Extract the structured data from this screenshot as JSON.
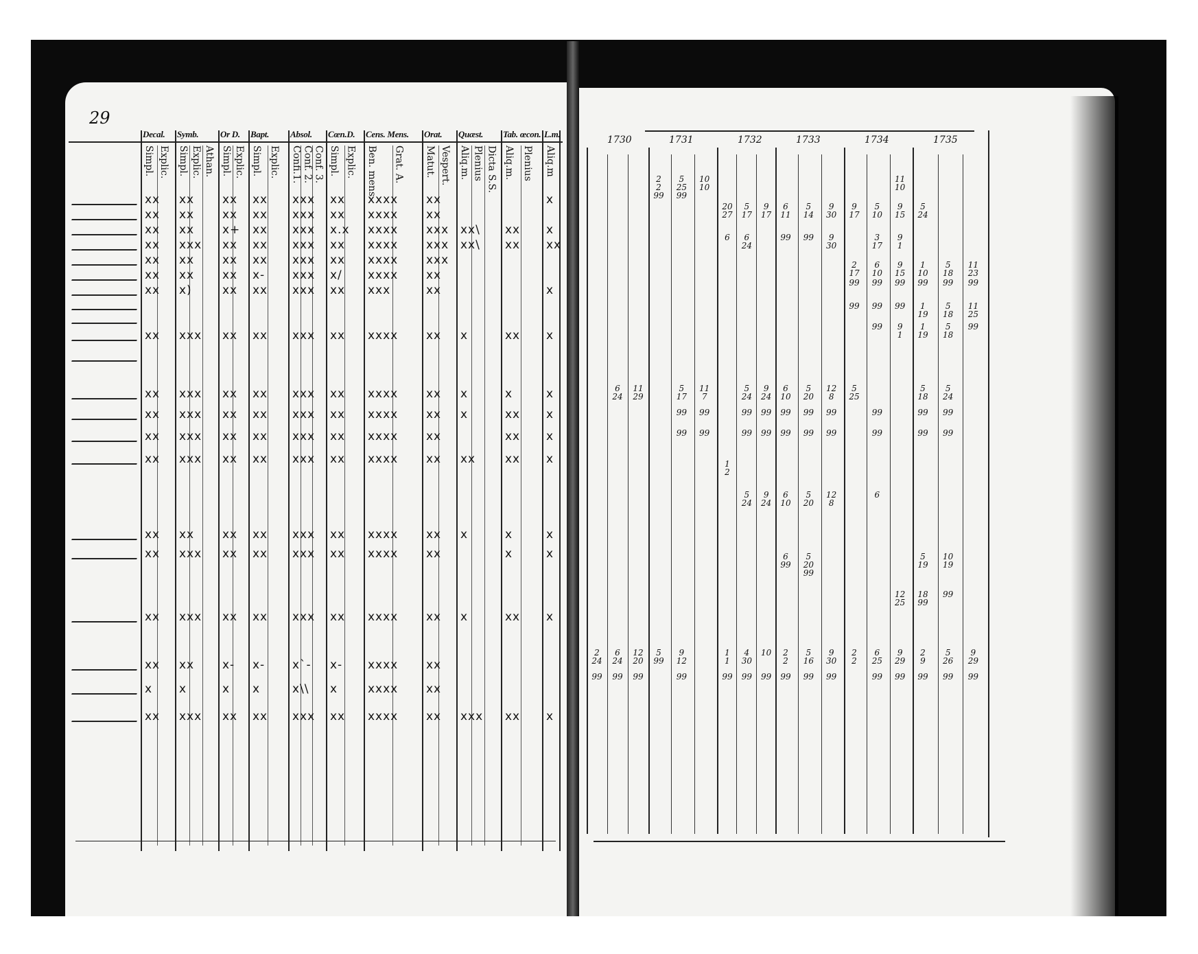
{
  "document": {
    "page_number": "29",
    "left_page": {
      "column_groups": [
        {
          "label": "Decal.",
          "subheaders": [
            "Simpl.",
            "Explic."
          ]
        },
        {
          "label": "Symb.",
          "subheaders": [
            "Simpl.",
            "Explic.",
            "Athan."
          ]
        },
        {
          "label": "Or D.",
          "subheaders": [
            "Simpl.",
            "Explic."
          ]
        },
        {
          "label": "Bapt.",
          "subheaders": [
            "Simpl.",
            "Explic."
          ]
        },
        {
          "label": "Absol.",
          "subheaders": [
            "Confi.1.",
            "Conf. 2.",
            "Conf. 3."
          ]
        },
        {
          "label": "Cœn.D.",
          "subheaders": [
            "Simpl.",
            "Explic."
          ]
        },
        {
          "label": "Cens. Mens.",
          "subheaders": [
            "Ben. mens.",
            "Grat. A."
          ]
        },
        {
          "label": "Orat.",
          "subheaders": [
            "Matut.",
            "Vespert."
          ]
        },
        {
          "label": "Quæst.",
          "subheaders": [
            "Aliq.m.",
            "Plenius",
            "Dicta S.S."
          ]
        },
        {
          "label": "Tab. œcon.",
          "subheaders": [
            "Aliq.m.",
            "Plenius"
          ]
        },
        {
          "label": "L.m.",
          "subheaders": [
            "Aliq.m"
          ]
        }
      ],
      "rows": [
        [
          "xx",
          "xx",
          "xx",
          "xx",
          "xxx",
          "xx",
          "xxxx",
          "xx",
          "",
          "",
          "x"
        ],
        [
          "xx",
          "xx",
          "xx",
          "xx",
          "xxx",
          "xx",
          "xxxx",
          "xx",
          "",
          "",
          ""
        ],
        [
          "xx",
          "xx",
          "x+",
          "xx",
          "xxx",
          "x.x",
          "xxxx",
          "xxx",
          "xx\\",
          "xx",
          "x"
        ],
        [
          "xx",
          "xxx",
          "xx",
          "xx",
          "xxx",
          "xx",
          "xxxx",
          "xxx",
          "xx\\",
          "xx",
          "xx"
        ],
        [
          "xx",
          "xx",
          "xx",
          "xx",
          "xxx",
          "xx",
          "xxxx",
          "xxx",
          "",
          "",
          ""
        ],
        [
          "xx",
          "xx",
          "xx",
          "x-",
          "xxx",
          "x/",
          "xxxx",
          "xx",
          "",
          "",
          ""
        ],
        [
          "xx",
          "x)",
          "xx",
          "xx",
          "xxx",
          "xx",
          "xxx",
          "xx",
          "",
          "",
          "x"
        ],
        [
          "",
          "",
          "",
          "",
          "",
          "",
          "",
          "",
          "",
          "",
          ""
        ],
        [
          "",
          "",
          "",
          "",
          "",
          "",
          "",
          "",
          "",
          "",
          ""
        ],
        [
          "xx",
          "xxx",
          "xx",
          "xx",
          "xxx",
          "xx",
          "xxxx",
          "xx",
          "x",
          "xx",
          "x"
        ],
        [
          "",
          "",
          "",
          "",
          "",
          "",
          "",
          "",
          "",
          "",
          ""
        ],
        [
          "xx",
          "xxx",
          "xx",
          "xx",
          "xxx",
          "xx",
          "xxxx",
          "xx",
          "x",
          "x",
          "x"
        ],
        [
          "xx",
          "xxx",
          "xx",
          "xx",
          "xxx",
          "xx",
          "xxxx",
          "xx",
          "x",
          "xx",
          "x"
        ],
        [
          "xx",
          "xxx",
          "xx",
          "xx",
          "xxx",
          "xx",
          "xxxx",
          "xx",
          "",
          "xx",
          "x"
        ],
        [
          "xx",
          "xxx",
          "xx",
          "xx",
          "xxx",
          "xx",
          "xxxx",
          "xx",
          "xx",
          "xx",
          "x"
        ],
        [
          "xx",
          "xx",
          "xx",
          "xx",
          "xxx",
          "xx",
          "xxxx",
          "xx",
          "x",
          "x",
          "x"
        ],
        [
          "xx",
          "xxx",
          "xx",
          "xx",
          "xxx",
          "xx",
          "xxxx",
          "xx",
          "",
          "x",
          "x"
        ],
        [
          "xx",
          "xxx",
          "xx",
          "xx",
          "xxx",
          "xx",
          "xxxx",
          "xx",
          "x",
          "xx",
          "x"
        ],
        [
          "xx",
          "xx",
          "x-",
          "x-",
          "x`-",
          "x-",
          "xxxx",
          "xx",
          "",
          "",
          ""
        ],
        [
          "x",
          "x",
          "x",
          "x",
          "x\\\\",
          "x",
          "xxxx",
          "xx",
          "",
          "",
          ""
        ],
        [
          "xx",
          "xxx",
          "xx",
          "xx",
          "xxx",
          "xx",
          "xxxx",
          "xx",
          "xxx",
          "xx",
          "x"
        ]
      ]
    },
    "right_page": {
      "years": [
        "1730",
        "1731",
        "1732",
        "1733",
        "1734",
        "1735"
      ],
      "rows": [
        [
          "",
          "",
          "",
          "2\n2\n99",
          "5\n25\n99",
          "10\n10",
          "",
          "",
          "",
          "",
          "",
          "",
          "",
          "",
          "11\n10",
          "",
          "",
          ""
        ],
        [
          "",
          "",
          "",
          "",
          "",
          "",
          "20\n27",
          "5\n17",
          "9\n17",
          "6\n11",
          "5\n14",
          "9\n30",
          "9\n17",
          "5\n10",
          "9\n15",
          "5\n24",
          "",
          ""
        ],
        [
          "",
          "",
          "",
          "",
          "",
          "",
          "6\n",
          "6\n24",
          "",
          "99",
          "99",
          "9\n30",
          "",
          "3\n17",
          "9\n1",
          "",
          "",
          ""
        ],
        [
          "",
          "",
          "",
          "",
          "",
          "",
          "",
          "",
          "",
          "",
          "",
          "",
          "2\n17",
          "6\n10",
          "9\n15",
          "1\n10",
          "5\n18",
          "11\n23"
        ],
        [
          "",
          "",
          "",
          "",
          "",
          "",
          "",
          "",
          "",
          "",
          "",
          "",
          "99",
          "99",
          "99",
          "99",
          "99",
          "99"
        ],
        [
          "",
          "",
          "",
          "",
          "",
          "",
          "",
          "",
          "",
          "",
          "",
          "",
          "99",
          "99",
          "99",
          "1\n19",
          "5\n18",
          "11\n25"
        ],
        [
          "",
          "",
          "",
          "",
          "",
          "",
          "",
          "",
          "",
          "",
          "",
          "",
          "",
          "99",
          "9\n1",
          "1\n19",
          "5\n18",
          "99"
        ],
        [
          "",
          "6\n24",
          "11\n29",
          "",
          "5\n17",
          "11\n7",
          "",
          "5\n24",
          "9\n24",
          "6\n10",
          "5\n20",
          "12\n8",
          "5\n25",
          "",
          "",
          "5\n18",
          "5\n24",
          ""
        ],
        [
          "",
          "",
          "",
          "",
          "99",
          "99",
          "",
          "99",
          "99",
          "99",
          "99",
          "99",
          "",
          "99",
          "",
          "99",
          "99",
          ""
        ],
        [
          "",
          "",
          "",
          "",
          "99",
          "99",
          "",
          "99",
          "99",
          "99",
          "99",
          "99",
          "",
          "99",
          "",
          "99",
          "99",
          ""
        ],
        [
          "",
          "",
          "",
          "",
          "",
          "",
          "1\n2",
          "",
          "",
          "",
          "",
          "",
          "",
          "",
          "",
          "",
          "",
          ""
        ],
        [
          "",
          "",
          "",
          "",
          "",
          "",
          "",
          "5\n24",
          "9\n24",
          "6\n10",
          "5\n20",
          "12\n8",
          "",
          "6\n",
          "",
          "",
          "",
          ""
        ],
        [
          "",
          "",
          "",
          "",
          "",
          "",
          "",
          "",
          "",
          "6\n99",
          "5\n20\n99",
          "",
          "",
          "",
          "",
          "5\n19",
          "10\n19",
          ""
        ],
        [
          "",
          "",
          "",
          "",
          "",
          "",
          "",
          "",
          "",
          "",
          "",
          "",
          "",
          "",
          "12\n25",
          "18\n99",
          "99",
          ""
        ],
        [
          "2\n24",
          "6\n24",
          "12\n20",
          "5\n99",
          "9\n12",
          "",
          "1\n1",
          "4\n30",
          "10\n",
          "2\n2",
          "5\n16",
          "9\n30",
          "2\n2",
          "6\n25",
          "9\n29",
          "2\n9",
          "5\n26",
          "9\n29"
        ],
        [
          "99",
          "99",
          "99",
          "",
          "99",
          "",
          "99",
          "99",
          "99",
          "99",
          "99",
          "99",
          "",
          "99",
          "99",
          "99",
          "99",
          "99"
        ]
      ]
    }
  },
  "colors": {
    "scan_background": "#0b0b0b",
    "paper": "#f4f4f2",
    "ink": "#111111"
  }
}
